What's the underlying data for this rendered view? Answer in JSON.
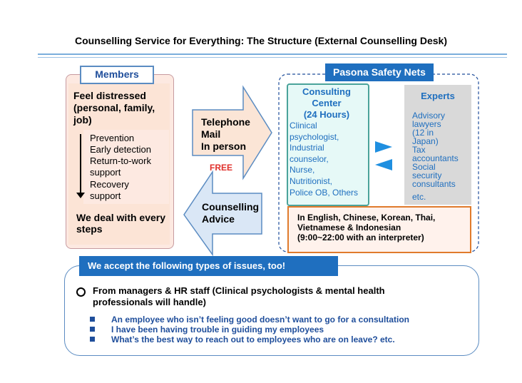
{
  "title": "Counselling Service for Everything: The Structure (External Counselling Desk)",
  "members": {
    "tab_label": "Members",
    "feel_distressed": "Feel distressed (personal, family, job)",
    "steps": [
      "Prevention",
      "Early detection",
      "Return-to-work",
      "support",
      "Recovery",
      "support"
    ],
    "we_deal": "We deal with every steps"
  },
  "arrows": {
    "right_lines": [
      "Telephone",
      "Mail",
      "In person"
    ],
    "free": "FREE",
    "left_lines": [
      "Counselling",
      "Advice"
    ]
  },
  "pasona": {
    "tab_label": "Pasona Safety Nets",
    "consulting_title": [
      "Consulting",
      "Center",
      "(24 Hours)"
    ],
    "consulting_staff": [
      "Clinical",
      "psychologist,",
      "Industrial",
      "counselor,",
      "Nurse,",
      "Nutritionist,",
      "Police OB, Others"
    ],
    "experts_title": "Experts",
    "experts_list": [
      "Advisory",
      "lawyers",
      "(12 in",
      "Japan)",
      "Tax",
      "accountants",
      "Social",
      "security",
      "consultants",
      "etc."
    ],
    "languages": [
      "In English, Chinese, Korean, Thai,",
      "Vietnamese & Indonesian",
      "(9:00~22:00 with an interpreter)"
    ]
  },
  "issues": {
    "tab_label": "We accept the following types of issues, too!",
    "managers_lines": [
      "From managers & HR staff (Clinical  psychologists  & mental health",
      "professionals  will handle)"
    ],
    "bullets": [
      "An employee who isn’t feeling good doesn’t want to go for a consultation",
      "I have been having trouble in guiding my employees",
      "What’s the best way to reach out to employees who are on leave?    etc."
    ]
  },
  "colors": {
    "accent_blue": "#1f6fbf",
    "members_fill": "#fde9e1",
    "consult_fill": "#e6f9f7",
    "experts_fill": "#d9d9d9",
    "lang_border": "#e07b2c",
    "free_red": "#e0302b"
  }
}
